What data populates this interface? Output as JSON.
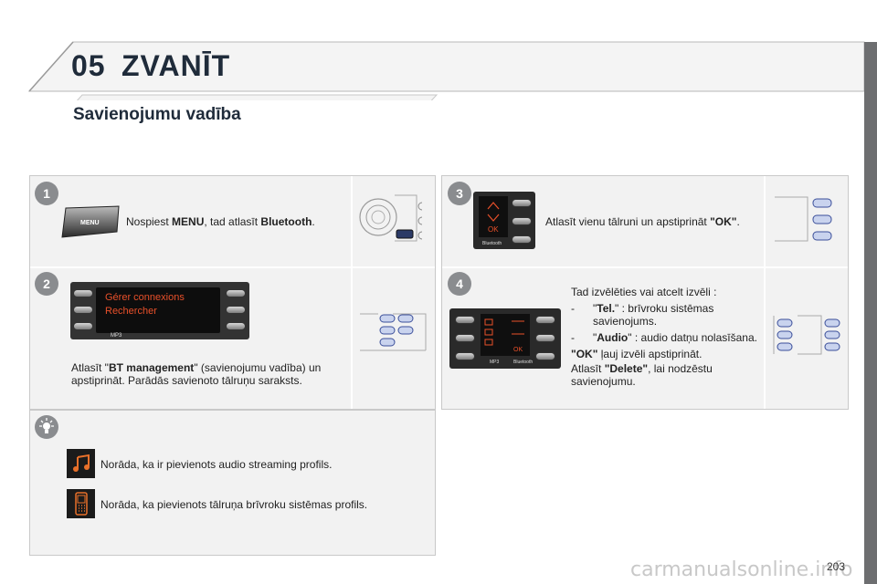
{
  "header": {
    "chapter_number": "05",
    "chapter_title": "ZVANĪT"
  },
  "section": {
    "title": "Savienojumu vadība"
  },
  "steps": [
    {
      "badge": "1",
      "text_prefix": "Nospiest ",
      "bold1": "MENU",
      "text_mid": ", tad atlasīt ",
      "bold2": "Bluetooth",
      "text_end": ".",
      "button_label": "MENU"
    },
    {
      "badge": "2",
      "screen_line1": "Gérer connexions",
      "screen_line2": "Rechercher",
      "text_prefix": "Atlasīt \"",
      "bold": "BT management",
      "text_rest": "\" (savienojumu vadība) un apstiprināt. Parādās savienoto tālruņu saraksts."
    },
    {
      "badge": "3",
      "text_prefix": "Atlasīt vienu tālruni un apstiprināt ",
      "bold": "\"OK\"",
      "text_end": "."
    },
    {
      "badge": "4",
      "intro": "Tad izvēlēties vai atcelt izvēli :",
      "item1_bold": "Tel.",
      "item1_rest": "\" : brīvroku sistēmas savienojums.",
      "item2_bold": "Audio",
      "item2_rest": "\" : audio datņu nolasīšana.",
      "ok_bold": "\"OK\"",
      "ok_rest": " ļauj izvēli apstiprināt.",
      "delete_prefix": "Atlasīt ",
      "delete_bold": "\"Delete\"",
      "delete_rest": ", lai nodzēstu savienojumu."
    }
  ],
  "tips": [
    {
      "icon": "music-note-icon",
      "text": "Norāda, ka ir pievienots audio streaming profils."
    },
    {
      "icon": "phone-icon",
      "text": "Norāda, ka pievienots tālruņa brīvroku sistēmas profils."
    }
  ],
  "labels": {
    "mp3": "MP3",
    "bluetooth": "Bluetooth",
    "ok": "OK",
    "dash": "-",
    "quote_open": "\""
  },
  "page": {
    "number": "203",
    "watermark": "carmanualsonline.info"
  },
  "colors": {
    "accent": "#1f2b3a",
    "panel_bg": "#f2f2f2",
    "screen_text": "#e8502a",
    "side_bar": "#6d6e70"
  }
}
